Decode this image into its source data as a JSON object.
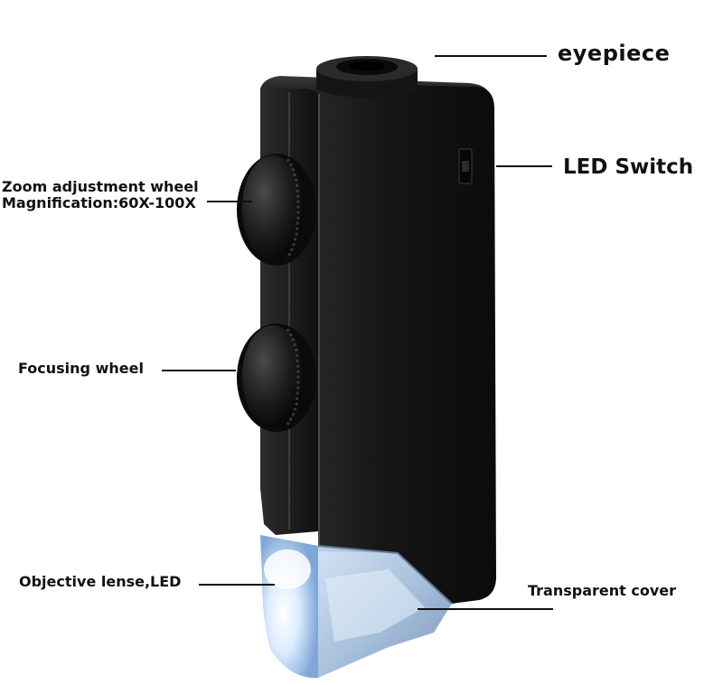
{
  "diagram": {
    "subject": "pocket LED microscope",
    "labels": {
      "eyepiece": "eyepiece",
      "led_switch": "LED Switch",
      "zoom_line1": "Zoom adjustment wheel",
      "zoom_line2": "Magnification:60X-100X",
      "focusing_wheel": "Focusing wheel",
      "objective": "Objective lense,LED",
      "transparent_cover": "Transparent cover"
    },
    "colors": {
      "body": "#111111",
      "background": "#ffffff",
      "led_glow": "#cfe6ff",
      "label_text": "#111111"
    }
  }
}
